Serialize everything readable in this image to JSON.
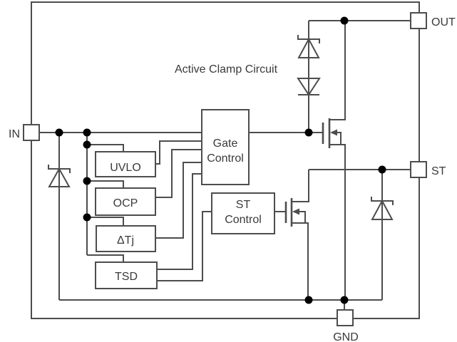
{
  "annotation": {
    "active_clamp": "Active Clamp Circuit"
  },
  "pins": {
    "in": "IN",
    "out": "OUT",
    "st": "ST",
    "gnd": "GND"
  },
  "blocks": {
    "gate_control": {
      "line1": "Gate",
      "line2": "Control"
    },
    "st_control": {
      "line1": "ST",
      "line2": "Control"
    },
    "uvlo": "UVLO",
    "ocp": "OCP",
    "delta_tj": "ΔTj",
    "tsd": "TSD"
  },
  "symbols": {
    "clamp_zener": "zener-diode-icon",
    "clamp_diode": "diode-icon",
    "input_zener": "zener-diode-icon",
    "status_zener": "zener-diode-icon",
    "main_switch": "nmos-transistor-icon",
    "status_switch": "nmos-transistor-icon"
  },
  "colors": {
    "wire": "#4d4d4d",
    "text": "#3a3a3a",
    "junction": "#000000",
    "background": "#ffffff"
  }
}
